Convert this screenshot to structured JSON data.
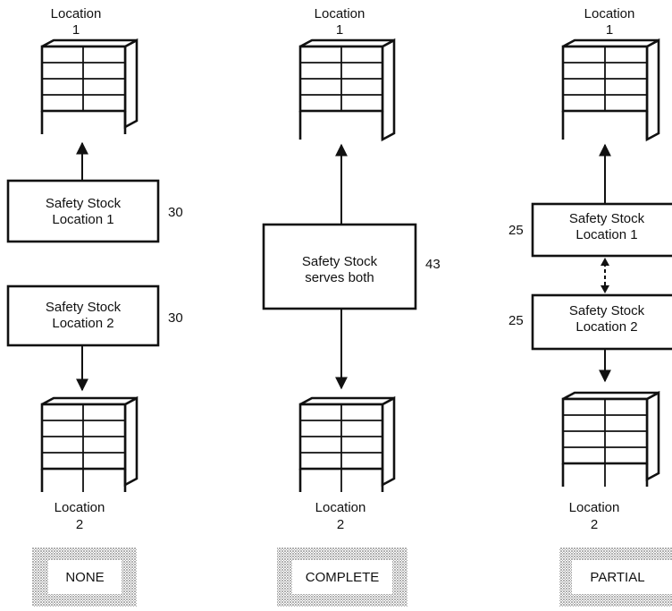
{
  "panels": [
    {
      "top_label": [
        "Location",
        "1"
      ],
      "bottom_label": [
        "Location",
        "2"
      ],
      "boxes": [
        {
          "lines": [
            "Safety Stock",
            "Location 1"
          ],
          "value": "30"
        },
        {
          "lines": [
            "Safety Stock",
            "Location 2"
          ],
          "value": "30"
        }
      ],
      "badge": "NONE"
    },
    {
      "top_label": [
        "Location",
        "1"
      ],
      "bottom_label": [
        "Location",
        "2"
      ],
      "boxes": [
        {
          "lines": [
            "Safety Stock",
            "serves both"
          ],
          "value": "43"
        }
      ],
      "badge": "COMPLETE"
    },
    {
      "top_label": [
        "Location",
        "1"
      ],
      "bottom_label": [
        "Location",
        "2"
      ],
      "boxes": [
        {
          "lines": [
            "Safety Stock",
            "Location 1"
          ],
          "value": "25"
        },
        {
          "lines": [
            "Safety Stock",
            "Location 2"
          ],
          "value": "25"
        }
      ],
      "badge": "PARTIAL"
    }
  ]
}
